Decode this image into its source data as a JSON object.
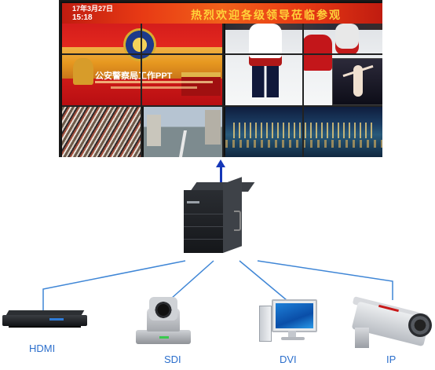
{
  "video_wall": {
    "banner_title": "热烈欢迎各级领导莅临参观",
    "date": "17年3月27日",
    "time": "15:18",
    "ppt_title": "公安警察局工作PPT"
  },
  "inputs": [
    {
      "label": "HDMI"
    },
    {
      "label": "SDI"
    },
    {
      "label": "DVI"
    },
    {
      "label": "IP"
    }
  ],
  "colors": {
    "connector_line": "#3f86d6",
    "arrow": "#1537b8",
    "label": "#2c6fcc"
  }
}
